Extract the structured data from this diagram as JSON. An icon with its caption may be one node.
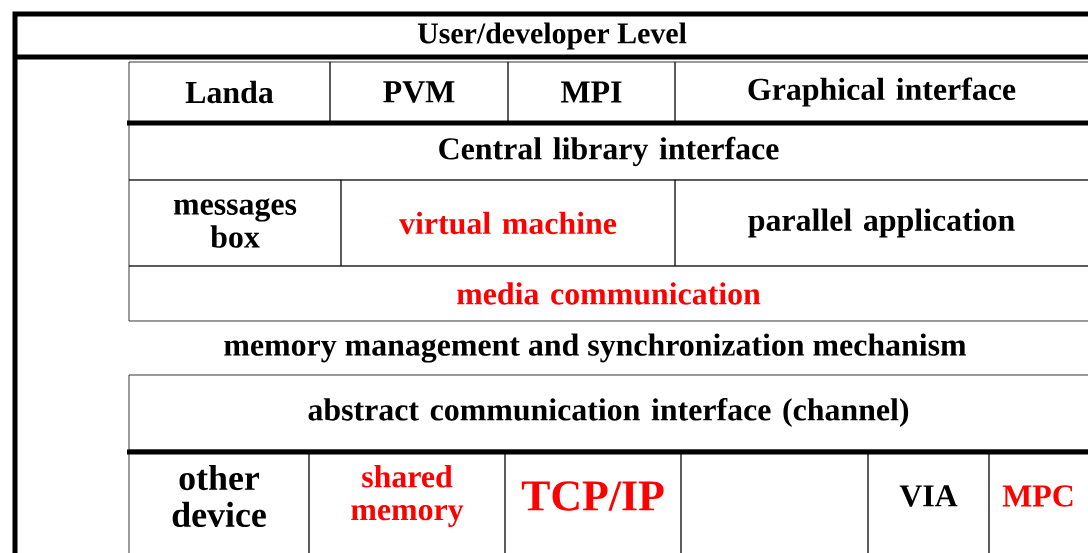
{
  "diagram": {
    "nodes": [
      {
        "text": [
          "User/developer Level"
        ]
      },
      {
        "text": [
          "Landa"
        ],
        "in": 0
      },
      {
        "text": [
          "PVM"
        ],
        "in": 0
      },
      {
        "text": [
          "MPI"
        ],
        "in": 0
      },
      {
        "text": [
          "Graphical interface"
        ],
        "in": 0
      },
      {
        "text": [
          "Central library interface"
        ],
        "in": 0
      },
      {
        "text": [
          "messages box"
        ],
        "in": 0
      },
      {
        "text": [
          "virtual machine"
        ],
        "in": 0
      },
      {
        "text": [
          "parallel application"
        ],
        "in": 0
      },
      {
        "text": [
          "media communication"
        ],
        "in": 0
      },
      {
        "text": [
          "abstract communication interface (channel)"
        ],
        "in": 0
      },
      {
        "text": [
          "other device"
        ],
        "in": 0
      },
      {
        "text": [
          "shared memory"
        ],
        "in": 0
      },
      {
        "text": [
          "TCP/IP"
        ],
        "in": 0
      },
      {
        "text": [],
        "shape": "box",
        "in": 0
      },
      {
        "text": [
          "VIA"
        ],
        "in": 0
      },
      {
        "text": [
          "MPC"
        ],
        "in": 0
      }
    ],
    "labels": [
      "memory management and synchronization mechanism"
    ]
  }
}
